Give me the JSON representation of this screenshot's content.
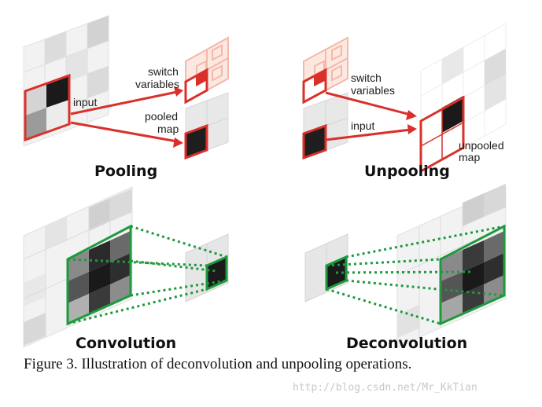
{
  "pooling": {
    "title": "Pooling",
    "input_label": "input",
    "switch_label_line1": "switch",
    "switch_label_line2": "variables",
    "pooled_label_line1": "pooled",
    "pooled_label_line2": "map"
  },
  "unpooling": {
    "title": "Unpooling",
    "switch_label_line1": "switch",
    "switch_label_line2": "variables",
    "input_label": "input",
    "unpooled_label_line1": "unpooled",
    "unpooled_label_line2": "map"
  },
  "convolution": {
    "title": "Convolution"
  },
  "deconvolution": {
    "title": "Deconvolution"
  },
  "caption": "Figure 3. Illustration of deconvolution and unpooling operations.",
  "watermark": "http://blog.csdn.net/Mr_KkTian",
  "colors": {
    "pool_accent": "#d9302a",
    "switch_light": "#f4b8a8",
    "conv_accent": "#1e9a3e"
  }
}
